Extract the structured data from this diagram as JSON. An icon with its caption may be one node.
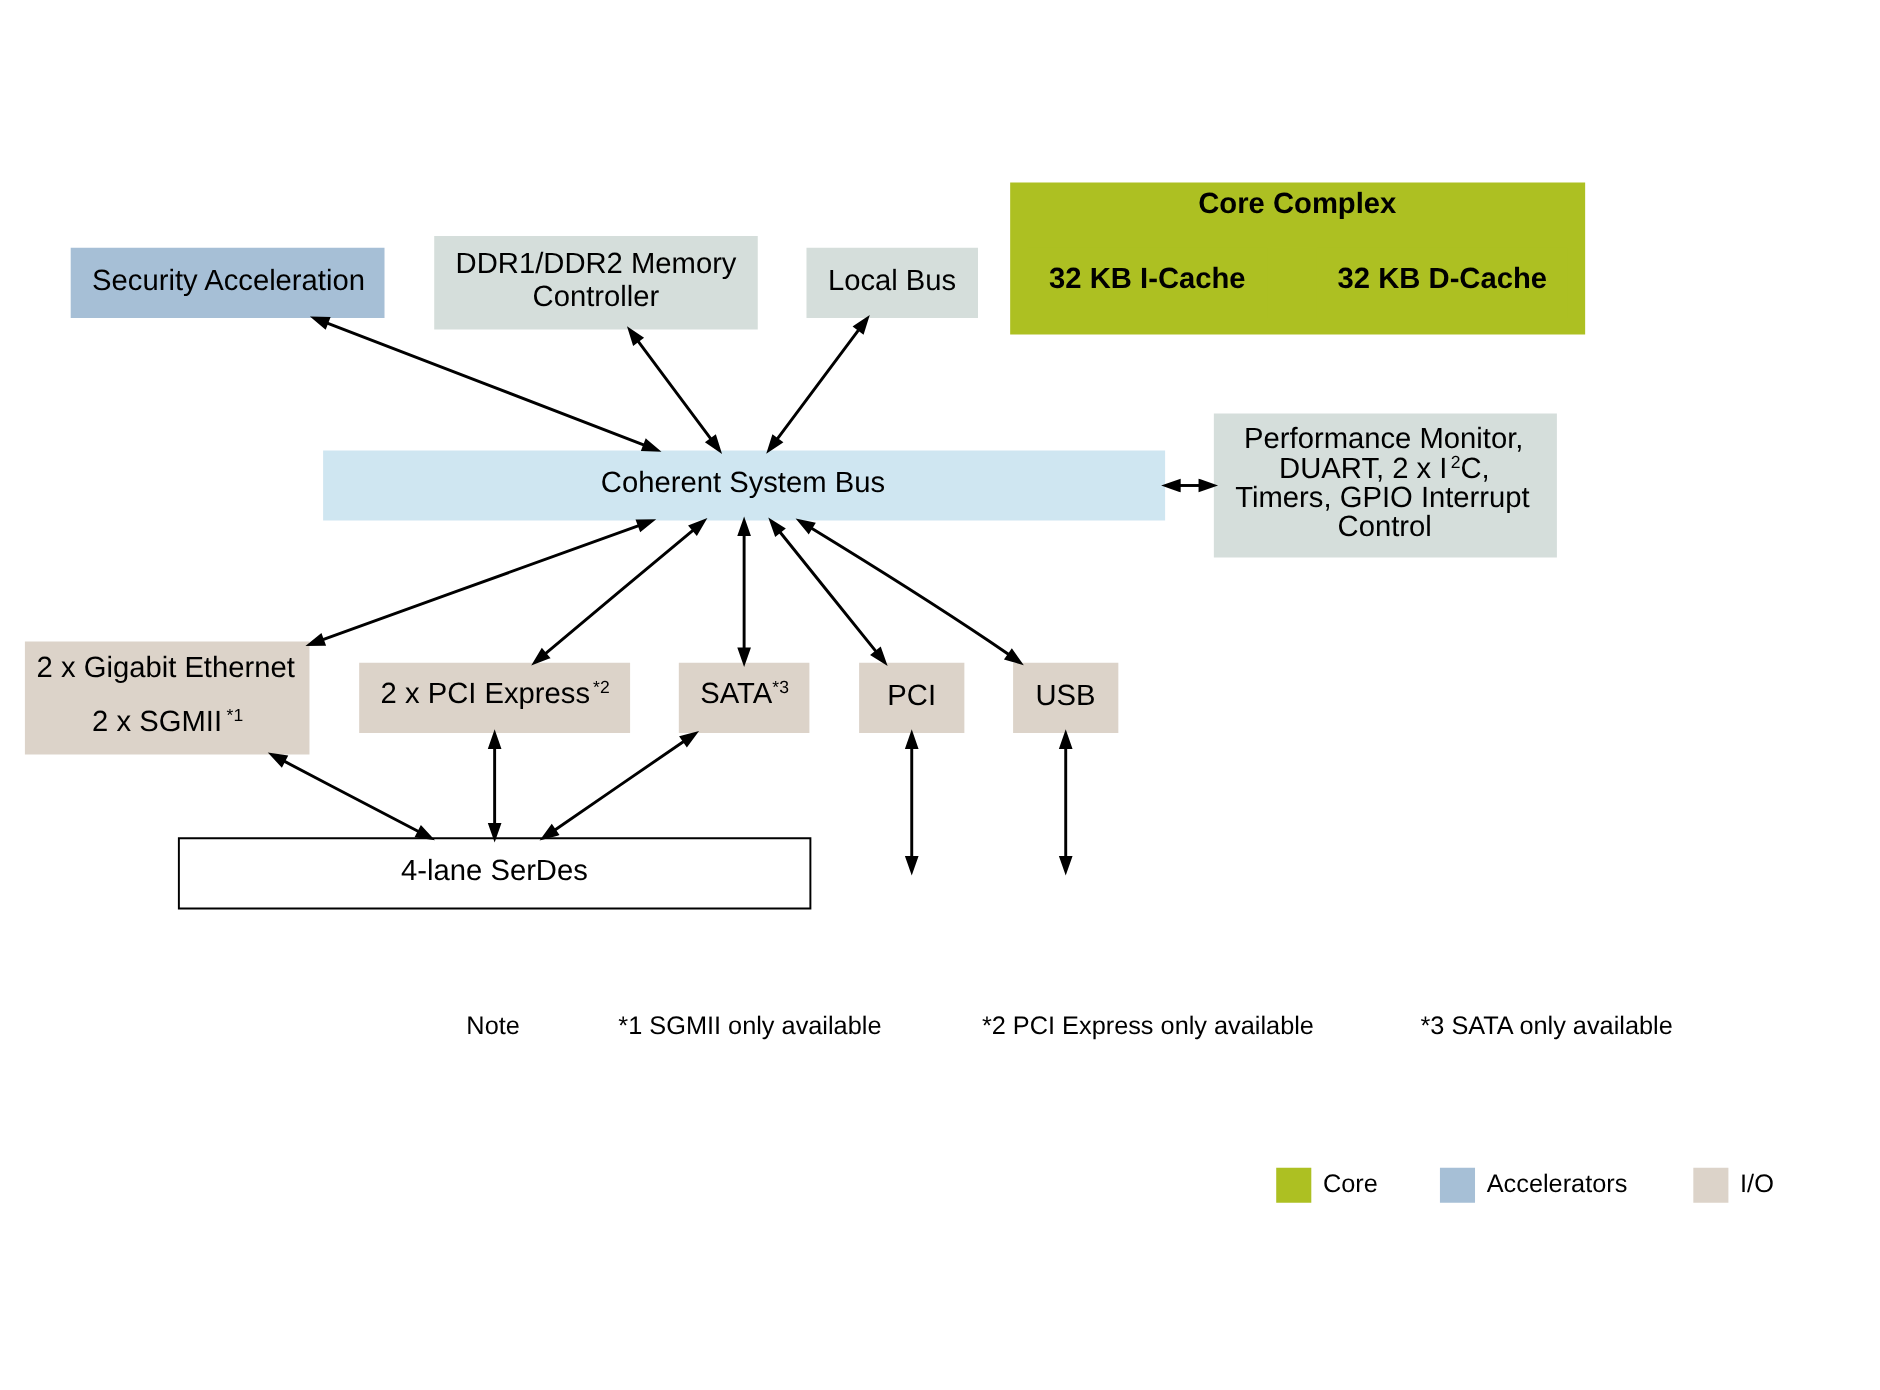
{
  "diagram": {
    "nodes": [
      {
        "text": [
          "Security Acceleration"
        ]
      },
      {
        "text": [
          "Coherent System Bus"
        ]
      },
      {
        "text": [
          "Core Complex"
        ]
      },
      {
        "text": [
          "32 KB I-Cache"
        ],
        "in": 2
      },
      {
        "text": [
          "32 KB D-Cache"
        ],
        "in": 2
      },
      {
        "text": [
          "DDR1/DDR2 Memory Controller"
        ]
      },
      {
        "text": [
          "Local Bus"
        ]
      },
      {
        "text": [
          "Performance Monitor, DUART, 2 x I$^{2}$C, Timers, GPIO Interrupt Control"
        ]
      },
      {
        "text": [
          "2 x Gigabit Ethernet",
          "2 x SGMII$^{*1}$"
        ]
      },
      {
        "text": [
          "2 x PCI Express$^{*2}$"
        ]
      },
      {
        "text": [
          "SATA$^{*3}$"
        ]
      },
      {
        "text": [
          "PCI"
        ]
      },
      {
        "text": [
          "USB"
        ]
      },
      {
        "text": [
          "4-lane SerDes"
        ]
      }
    ],
    "edges": [
      {
        "from": 0,
        "to": 1,
        "arrow": "both"
      },
      {
        "from": 1,
        "to": 5,
        "arrow": "both"
      },
      {
        "from": 1,
        "to": 6,
        "arrow": "both"
      },
      {
        "from": 1,
        "to": 7,
        "arrow": "both"
      },
      {
        "from": 1,
        "to": 8,
        "arrow": "both"
      },
      {
        "from": 1,
        "to": 9,
        "arrow": "both"
      },
      {
        "from": 1,
        "to": 10,
        "arrow": "both"
      },
      {
        "from": 1,
        "to": 11,
        "arrow": "both"
      },
      {
        "from": 1,
        "to": 12,
        "arrow": "both"
      },
      {
        "from": 8,
        "to": 13,
        "arrow": "both"
      },
      {
        "from": 9,
        "to": 13,
        "arrow": "both"
      },
      {
        "from": 10,
        "to": 13,
        "arrow": "both"
      },
      {
        "from": 11,
        "to": null,
        "arrow": "both"
      },
      {
        "from": 12,
        "to": null,
        "arrow": "both"
      }
    ],
    "labels": [
      "Note",
      "*1 SGMII only available",
      "*2 PCI Express only available",
      "*3 SATA only available"
    ],
    "legend": [
      {
        "text": "Core",
        "color": "#adc022"
      },
      {
        "text": "Accelerators",
        "color": "#a6bfd6"
      },
      {
        "text": "I/O",
        "color": "#dcd3c9"
      }
    ]
  }
}
